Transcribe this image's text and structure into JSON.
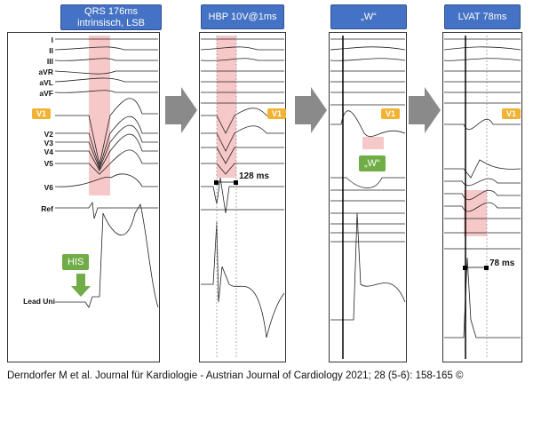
{
  "headers": [
    "QRS 176ms\nintrinsisch, LSB",
    "HBP 10V@1ms",
    "„W“",
    "LVAT 78ms"
  ],
  "leads": [
    "I",
    "II",
    "III",
    "aVR",
    "aVL",
    "aVF",
    "V1",
    "V2",
    "V3",
    "V4",
    "V5",
    "V6",
    "Ref",
    "Lead Uni"
  ],
  "v1_label": "V1",
  "his_label": "HIS",
  "w_label": "„W“",
  "meas_hbp": "128 ms",
  "meas_lvat": "78 ms",
  "footer": "Derndorfer M et al. Journal für Kardiologie - Austrian Journal of Cardiology 2021; 28 (5-6): 158-165 ©",
  "colors": {
    "header": "#4472c4",
    "v1": "#f2b233",
    "green": "#70ad47",
    "highlight": "#f4b6b6",
    "arrow": "#8a8a8a"
  }
}
